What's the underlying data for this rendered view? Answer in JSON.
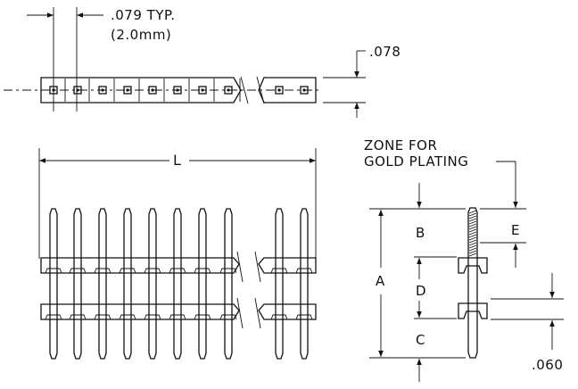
{
  "labels": {
    "pitch": ".079  TYP.",
    "pitch_mm": "(2.0mm)",
    "thickness": ".078",
    "length": "L",
    "zone_line1": "ZONE  FOR",
    "zone_line2": "GOLD  PLATING",
    "dim_a": "A",
    "dim_b": "B",
    "dim_c": "C",
    "dim_d": "D",
    "dim_e": "E",
    "pin_size": ".060"
  }
}
